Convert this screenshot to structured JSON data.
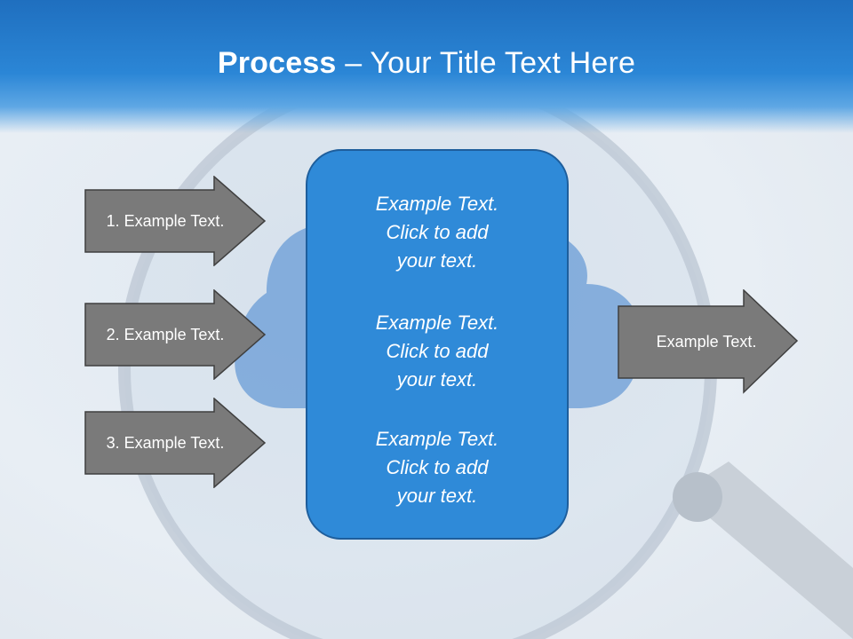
{
  "slide": {
    "title_bold": "Process",
    "title_rest": " – Your Title Text Here"
  },
  "left_arrows": [
    {
      "label": "1. Example Text."
    },
    {
      "label": "2. Example Text."
    },
    {
      "label": "3. Example Text."
    }
  ],
  "center_box": {
    "paragraphs": [
      {
        "lines": [
          "Example Text.",
          "Click  to add",
          "your text."
        ]
      },
      {
        "lines": [
          "Example Text.",
          "Click  to add",
          "your text."
        ]
      },
      {
        "lines": [
          "Example Text.",
          "Click  to add",
          "your text."
        ]
      }
    ]
  },
  "right_arrow": {
    "label": "Example Text."
  },
  "colors": {
    "header_blue": "#2b86d6",
    "box_blue": "#2f8ad8",
    "arrow_gray": "#7a7a7a"
  }
}
